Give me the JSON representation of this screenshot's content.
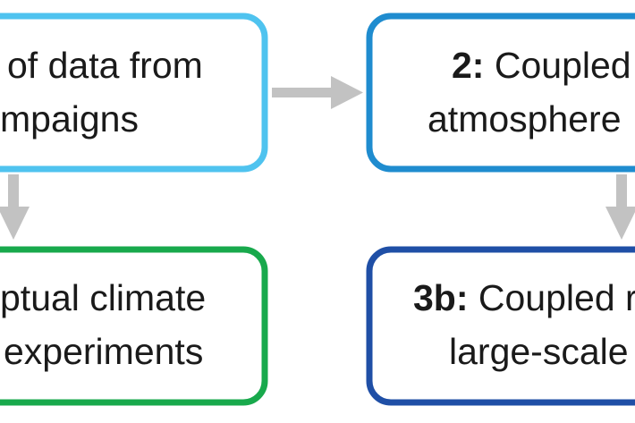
{
  "boxes": {
    "box1": {
      "line1": "of data from",
      "line2": "mpaigns",
      "border_color": "#4fc3ef"
    },
    "box2": {
      "line1_bold": "2:",
      "line1": " Coupled",
      "line2": "atmosphere",
      "border_color": "#1f8ccf"
    },
    "box3a": {
      "line1": "ptual climate",
      "line2": "experiments",
      "border_color": "#18a94c"
    },
    "box3b": {
      "line1_bold": "3b:",
      "line1": " Coupled r",
      "line2": "large-scale",
      "border_color": "#1f4fa6"
    }
  },
  "arrow_color": "#c2c2c2"
}
